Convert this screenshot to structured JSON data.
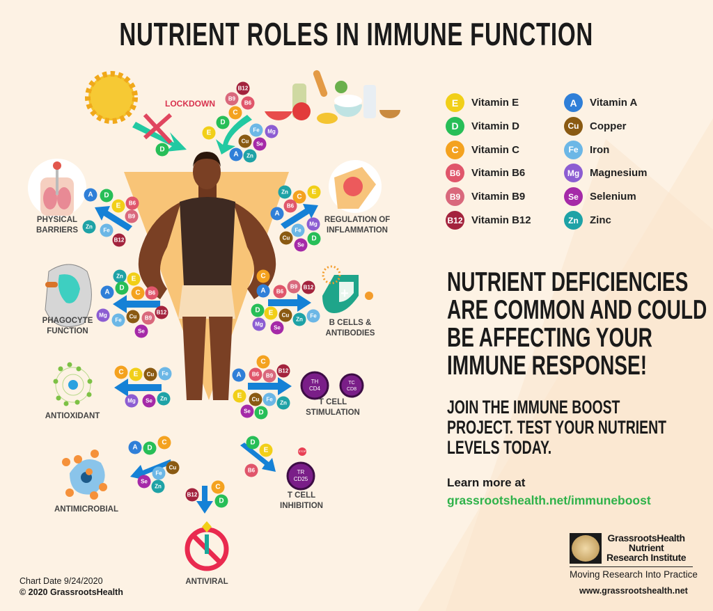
{
  "title": "NUTRIENT ROLES IN IMMUNE FUNCTION",
  "lockdown_label": "LOCKDOWN",
  "nutrients": {
    "E": {
      "symbol": "E",
      "name": "Vitamin E",
      "color": "#f1cf18"
    },
    "D": {
      "symbol": "D",
      "name": "Vitamin D",
      "color": "#27be57"
    },
    "C": {
      "symbol": "C",
      "name": "Vitamin C",
      "color": "#f4a21f"
    },
    "B6": {
      "symbol": "B6",
      "name": "Vitamin B6",
      "color": "#e0566b"
    },
    "B9": {
      "symbol": "B9",
      "name": "Vitamin B9",
      "color": "#d9687c"
    },
    "B12": {
      "symbol": "B12",
      "name": "Vitamin B12",
      "color": "#a3233d"
    },
    "A": {
      "symbol": "A",
      "name": "Vitamin A",
      "color": "#2f7fd8"
    },
    "Cu": {
      "symbol": "Cu",
      "name": "Copper",
      "color": "#8a5a12"
    },
    "Fe": {
      "symbol": "Fe",
      "name": "Iron",
      "color": "#6cb7e6"
    },
    "Mg": {
      "symbol": "Mg",
      "name": "Magnesium",
      "color": "#8c5dd2"
    },
    "Se": {
      "symbol": "Se",
      "name": "Selenium",
      "color": "#a52aa8"
    },
    "Zn": {
      "symbol": "Zn",
      "name": "Zinc",
      "color": "#1ea2a6"
    }
  },
  "legend_left": [
    "E",
    "D",
    "C",
    "B6",
    "B9",
    "B12"
  ],
  "legend_right": [
    "A",
    "Cu",
    "Fe",
    "Mg",
    "Se",
    "Zn"
  ],
  "functions": {
    "sunlight": {
      "label": "",
      "nutrients": [
        "D"
      ]
    },
    "food": {
      "label": "",
      "nutrients": [
        "B12",
        "B9",
        "B6",
        "C",
        "D",
        "E",
        "Fe",
        "Mg",
        "Cu",
        "Se",
        "A",
        "Zn"
      ]
    },
    "physical_barriers": {
      "label": "PHYSICAL BARRIERS",
      "nutrients": [
        "A",
        "D",
        "E",
        "B6",
        "B9",
        "Zn",
        "Fe",
        "B12"
      ]
    },
    "inflammation": {
      "label": "REGULATION OF INFLAMMATION",
      "nutrients": [
        "Zn",
        "C",
        "E",
        "B6",
        "A",
        "Mg",
        "Fe",
        "Cu",
        "Se",
        "D"
      ]
    },
    "phagocyte": {
      "label": "PHAGOCYTE FUNCTION",
      "nutrients": [
        "Zn",
        "E",
        "A",
        "D",
        "C",
        "B6",
        "Mg",
        "Fe",
        "Cu",
        "B9",
        "B12",
        "Se"
      ]
    },
    "b_cells": {
      "label": "B CELLS & ANTIBODIES",
      "nutrients": [
        "C",
        "A",
        "B6",
        "B9",
        "B12",
        "D",
        "E",
        "Cu",
        "Zn",
        "Fe",
        "Mg",
        "Se"
      ]
    },
    "antioxidant": {
      "label": "ANTIOXIDANT",
      "nutrients": [
        "C",
        "E",
        "Cu",
        "Fe",
        "Mg",
        "Se",
        "Zn"
      ]
    },
    "t_stimulation": {
      "label": "T CELL STIMULATION",
      "nutrients": [
        "C",
        "A",
        "B6",
        "B9",
        "B12",
        "E",
        "Cu",
        "Fe",
        "Zn",
        "Se",
        "D"
      ]
    },
    "antimicrobial": {
      "label": "ANTIMICROBIAL",
      "nutrients": [
        "A",
        "D",
        "C",
        "Cu",
        "Fe",
        "Se",
        "Zn"
      ]
    },
    "t_inhibition": {
      "label": "T CELL INHIBITION",
      "nutrients": [
        "D",
        "E",
        "B6"
      ]
    },
    "antiviral": {
      "label": "ANTIVIRAL",
      "nutrients": [
        "B12",
        "C",
        "D"
      ]
    }
  },
  "cells": {
    "cd4": "CD4",
    "cd8": "CD8",
    "cd25": "CD25",
    "th": "TH",
    "tc": "TC",
    "tr": "TR",
    "stop": "STOP"
  },
  "headline": [
    "NUTRIENT DEFICIENCIES",
    "ARE COMMON AND COULD",
    "BE AFFECTING YOUR",
    "IMMUNE RESPONSE!"
  ],
  "subhead": [
    "JOIN THE IMMUNE BOOST",
    "PROJECT. TEST YOUR NUTRIENT",
    "LEVELS TODAY."
  ],
  "learn_more": "Learn more at",
  "link": "grassrootshealth.net/immuneboost",
  "logo": {
    "line1": "GrassrootsHealth",
    "line2": "Nutrient",
    "line3": "Research Institute",
    "tagline": "Moving Research Into Practice",
    "url": "www.grassrootshealth.net"
  },
  "chart_date": "Chart Date 9/24/2020",
  "copyright": "© 2020 GrassrootsHealth"
}
